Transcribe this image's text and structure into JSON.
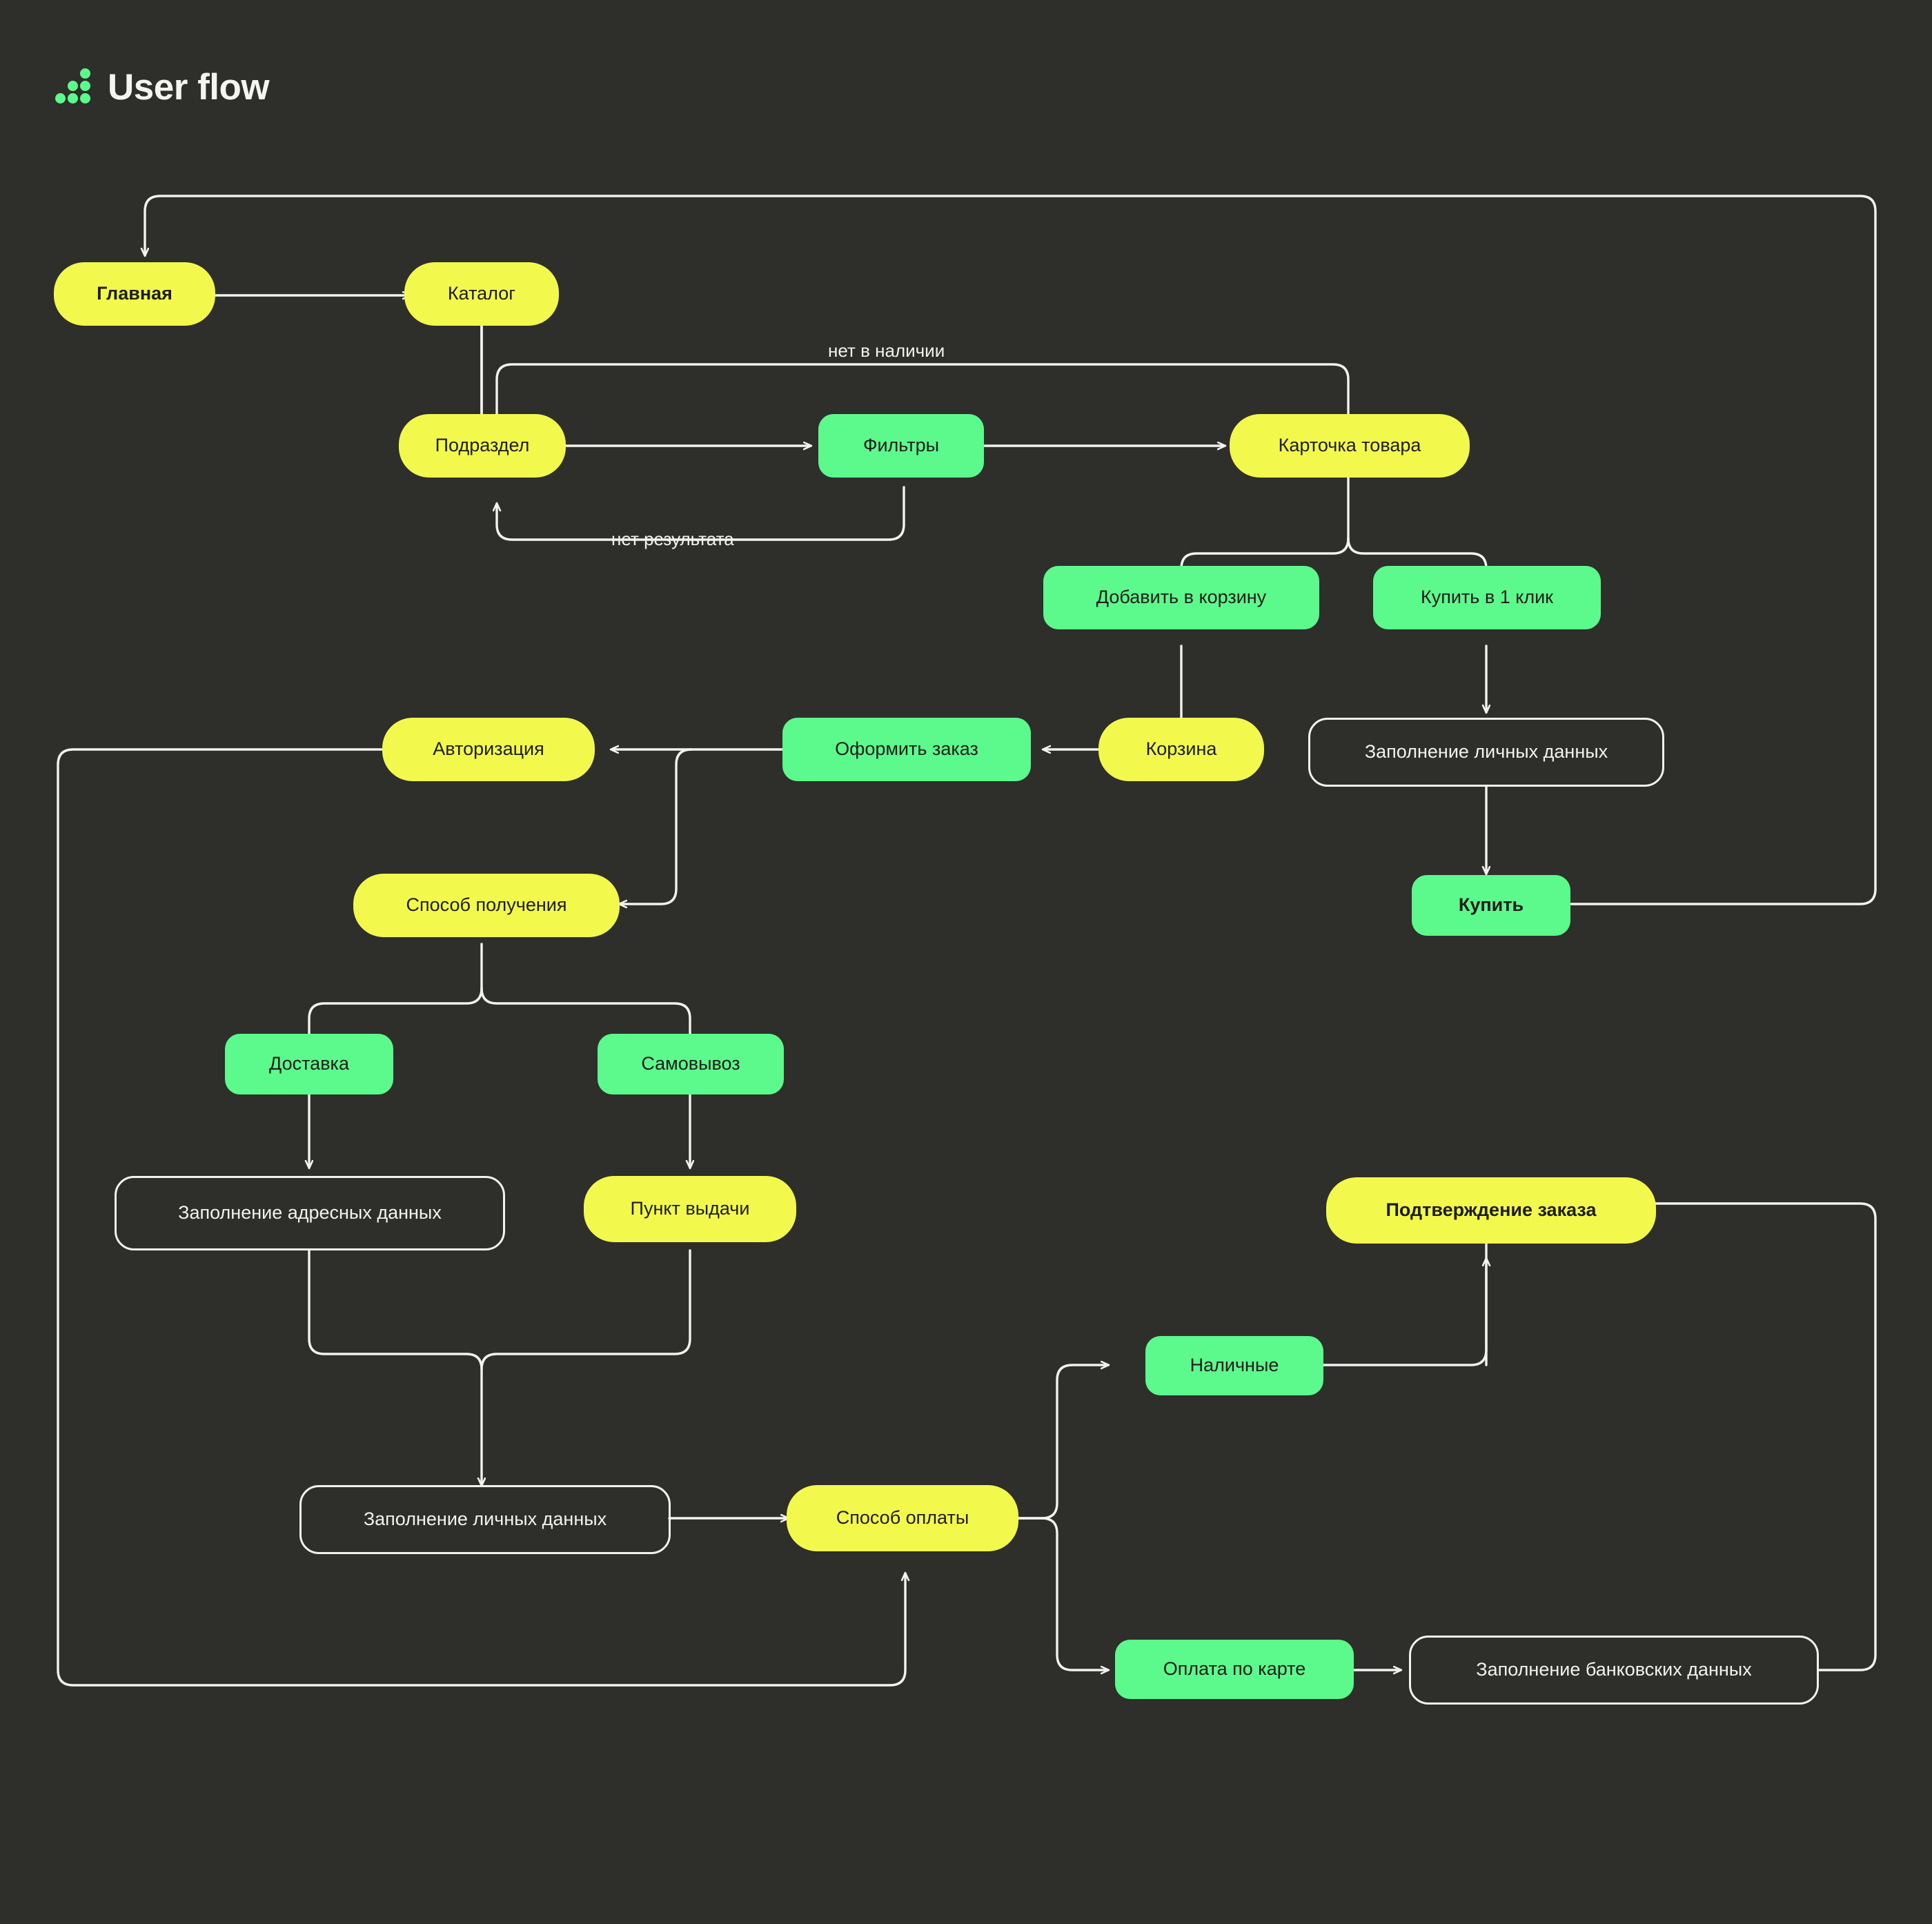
{
  "header": {
    "title": "User flow",
    "logo_icon": "six-dot-triangle-logo-icon"
  },
  "theme": {
    "background": "#2e2e2b",
    "yellow": "#F2F94C",
    "green": "#5CF98C",
    "line": "#f2f2ee",
    "node_text": "#1d1d1b",
    "outline_text": "#f2f2ee"
  },
  "nodes": {
    "glavnaya": {
      "label": "Главная",
      "style": "yellow-bold"
    },
    "katalog": {
      "label": "Каталог",
      "style": "yellow"
    },
    "podrazdel": {
      "label": "Подраздел",
      "style": "yellow"
    },
    "filtry": {
      "label": "Фильтры",
      "style": "green"
    },
    "kartochka": {
      "label": "Карточка товара",
      "style": "yellow"
    },
    "dobavit_v_korzinu": {
      "label": "Добавить в корзину",
      "style": "green"
    },
    "kupit_v_1_klik": {
      "label": "Купить  в 1 клик",
      "style": "green"
    },
    "korzina": {
      "label": "Корзина",
      "style": "yellow"
    },
    "oformit_zakaz": {
      "label": "Оформить заказ",
      "style": "green"
    },
    "avtorizaciya": {
      "label": "Авторизация",
      "style": "yellow"
    },
    "lichnye_dannye_1": {
      "label": "Заполнение личных данных",
      "style": "outline"
    },
    "kupit": {
      "label": "Купить",
      "style": "green-bold"
    },
    "sposob_polucheniya": {
      "label": "Способ получения",
      "style": "yellow"
    },
    "dostavka": {
      "label": "Доставка",
      "style": "green"
    },
    "samovyvoz": {
      "label": "Самовывоз",
      "style": "green"
    },
    "adresnye_dannye": {
      "label": "Заполнение адресных данных",
      "style": "outline"
    },
    "punkt_vydachi": {
      "label": "Пункт выдачи",
      "style": "yellow"
    },
    "lichnye_dannye_2": {
      "label": "Заполнение личных данных",
      "style": "outline"
    },
    "sposob_oplaty": {
      "label": "Способ оплаты",
      "style": "yellow"
    },
    "nalichnye": {
      "label": "Наличные",
      "style": "green"
    },
    "oplata_po_karte": {
      "label": "Оплата по карте",
      "style": "green"
    },
    "bankovskie_dannye": {
      "label": "Заполнение банковских данных",
      "style": "outline"
    },
    "podtverzhdenie": {
      "label": "Подтверждение заказа",
      "style": "yellow-bold"
    }
  },
  "edge_labels": {
    "net_v_nalichii": "нет в наличии",
    "net_rezultata": "нет результата"
  }
}
